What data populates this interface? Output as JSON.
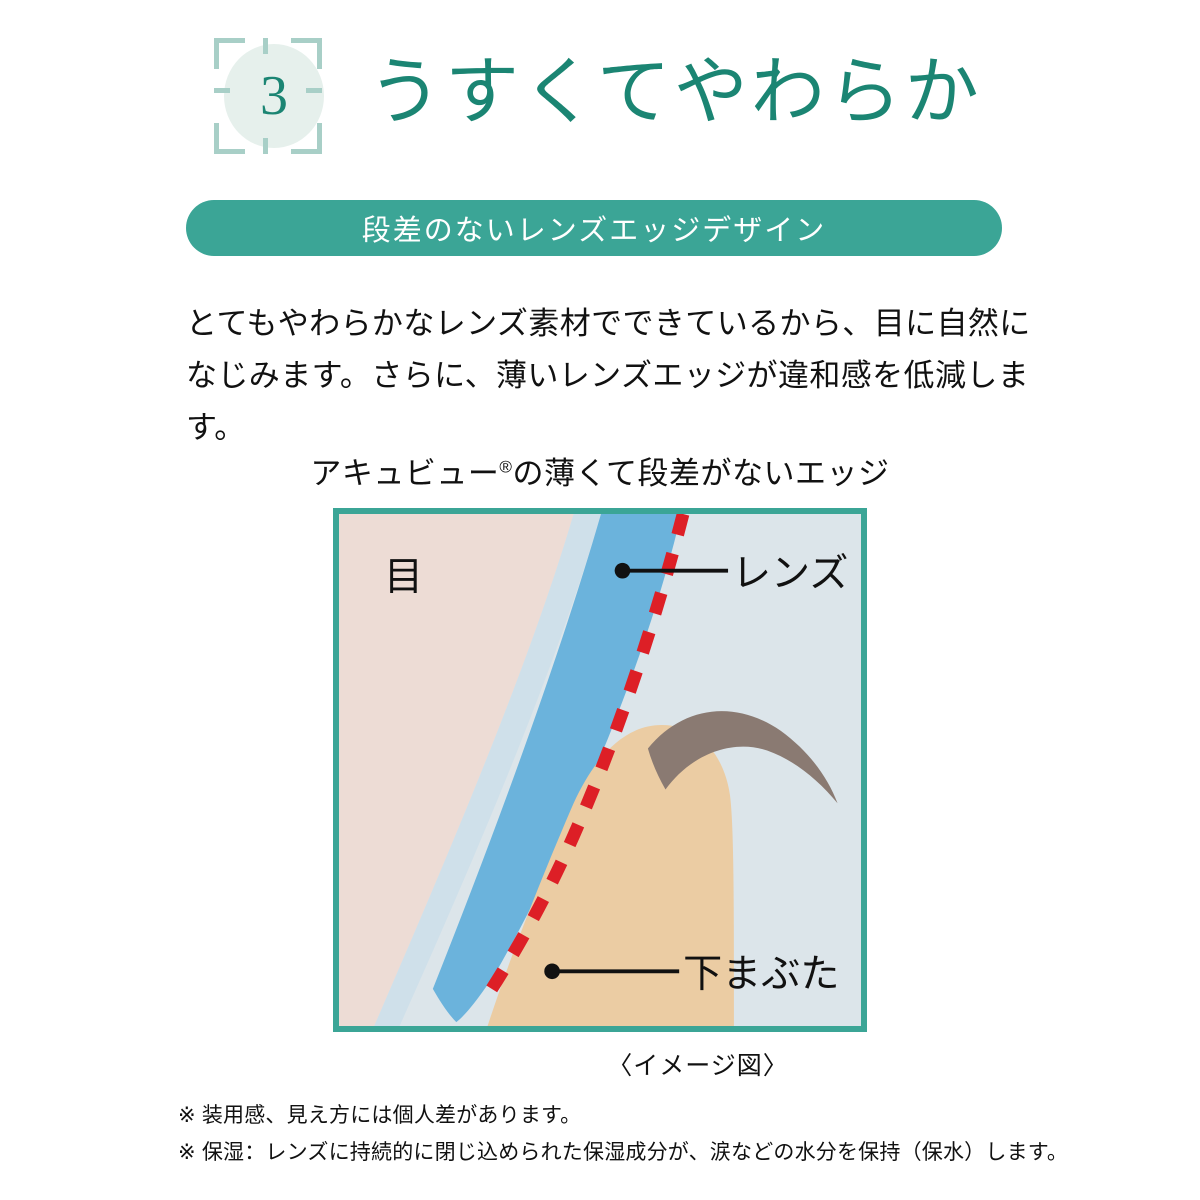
{
  "header": {
    "step_number": "3",
    "title": "うすくてやわらか"
  },
  "pill": {
    "label": "段差のないレンズエッジデザイン"
  },
  "lead": {
    "line1": "とてもやわらかなレンズ素材でできているから、目に自然に",
    "line2": "なじみます。さらに、薄いレンズエッジが違和感を低減します。"
  },
  "figure": {
    "caption_before": "アキュビュー",
    "caption_mark": "®",
    "caption_after": "の薄くて段差がないエッジ",
    "labels": {
      "eye": "目",
      "lens": "レンズ",
      "lower_eyelid": "下まぶた"
    },
    "note": "〈イメージ図〉"
  },
  "footnotes": [
    "※ 装用感、見え方には個人差があります。",
    "※ 保湿：レンズに持続的に閉じ込められた保湿成分が、涙などの水分を保持（保水）します。"
  ],
  "colors": {
    "teal": "#3ba596",
    "teal_text": "#1b8573",
    "badge_circle": "#e6f0ec",
    "bracket": "#a8cfc7",
    "skin_pink": "#eddcd5",
    "pale_blue": "#cfe0ea",
    "lens_blue": "#6bb3dc",
    "fig_background": "#dce5ea",
    "eyelid_tan": "#ebcca3",
    "eyelash_brown": "#8a7a72",
    "dash_red": "#dd1f26",
    "leader_black": "#111111"
  }
}
